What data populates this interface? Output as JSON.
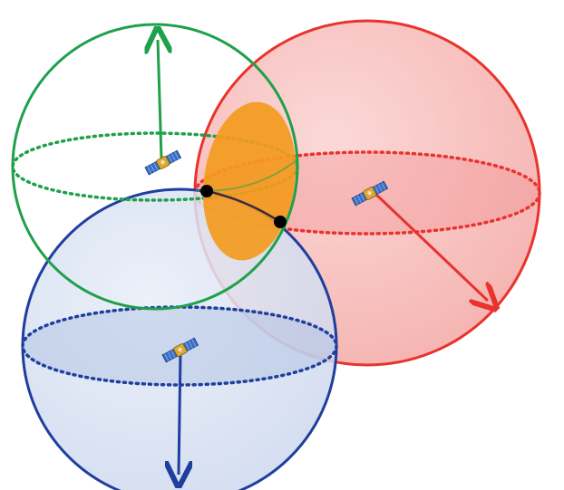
{
  "diagram": {
    "type": "trilateration-spheres",
    "spheres": [
      {
        "id": "green",
        "color": "#1fa04a",
        "fill": "none",
        "satellite_icon": "satellite-icon"
      },
      {
        "id": "red",
        "color": "#e8332e",
        "fill": "#f7c3c1",
        "satellite_icon": "satellite-icon"
      },
      {
        "id": "blue",
        "color": "#1f3f9e",
        "fill": "#d9e2f3",
        "satellite_icon": "satellite-icon"
      }
    ],
    "intersection": {
      "color": "#f39a1e",
      "points_color": "#000000"
    }
  }
}
